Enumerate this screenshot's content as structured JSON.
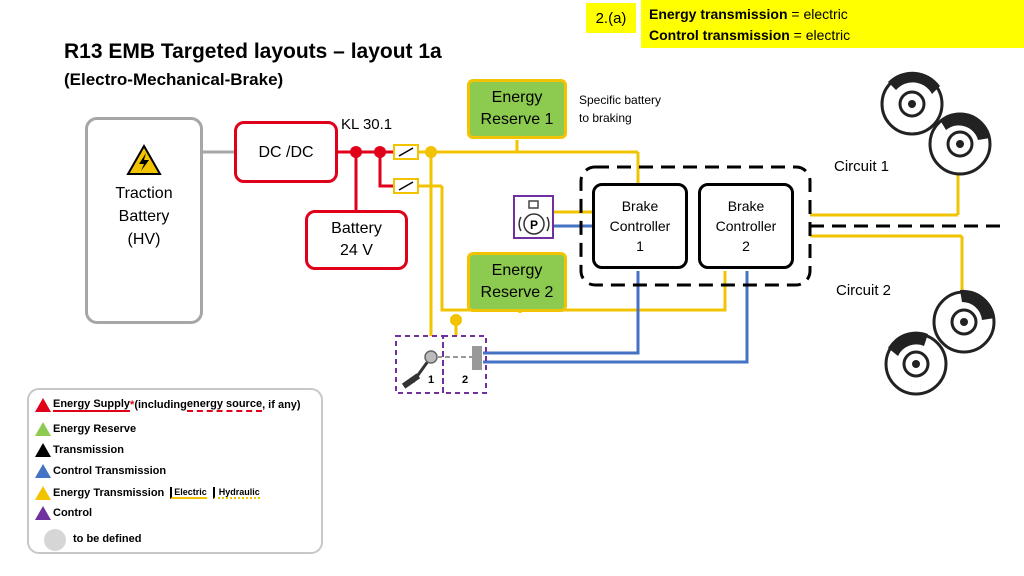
{
  "tag": "2.(a)",
  "info": [
    {
      "bold": "Energy transmission",
      "rest": " = electric"
    },
    {
      "bold": "Control transmission",
      "rest": " = electric"
    }
  ],
  "title": "R13 EMB Targeted layouts – layout 1a",
  "subtitle": "(Electro-Mechanical-Brake)",
  "traction_battery": "Traction\nBattery\n(HV)",
  "dcdc": "DC /DC",
  "kl": "KL 30.1",
  "battery24": "Battery\n24 V",
  "energy_reserve_1": "Energy\nReserve 1",
  "energy_reserve_2": "Energy\nReserve 2",
  "specific_battery": "Specific battery\nto braking",
  "brake_controller_1": "Brake\nController\n1",
  "brake_controller_2": "Brake\nController\n2",
  "circuit1": "Circuit 1",
  "circuit2": "Circuit 2",
  "pedal_labels": [
    "1",
    "2"
  ],
  "parking_symbol": "P",
  "legend": {
    "supply_a": "Energy Supply",
    "supply_star": " *",
    "supply_b": " (including ",
    "supply_c": "energy source",
    "supply_d": ", if any)",
    "reserve": "Energy Reserve",
    "transmission": "Transmission",
    "control_transmission": "Control Transmission",
    "energy_transmission": "Energy Transmission",
    "electric": "Electric",
    "hydraulic": "Hydraulic",
    "control": "Control",
    "tbd": "to be defined"
  },
  "colors": {
    "supply": "#e0001a",
    "reserve": "#8ccb4f",
    "transmission": "#000000",
    "control_transmission": "#4472c4",
    "energy_transmission": "#f2c300",
    "control": "#7030a0",
    "traction_border": "#a6a6a6",
    "highlight": "#ffff00"
  }
}
